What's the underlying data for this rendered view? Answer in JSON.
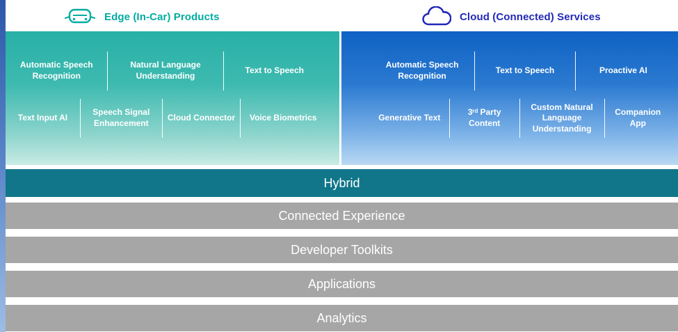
{
  "header": {
    "edge_label": "Edge (In-Car) Products",
    "cloud_label": "Cloud (Connected) Services"
  },
  "edge_panel": {
    "row1": [
      "Automatic Speech Recognition",
      "Natural Language Understanding",
      "Text to Speech"
    ],
    "row2": [
      "Text Input AI",
      "Speech Signal Enhancement",
      "Cloud Connector",
      "Voice Biometrics"
    ]
  },
  "cloud_panel": {
    "row1": [
      "Automatic Speech Recognition",
      "Text to Speech",
      "Proactive AI"
    ],
    "row2": [
      "Generative Text",
      "3ʳᵈ Party Content",
      "Custom Natural Language Understanding",
      "Companion App"
    ]
  },
  "layers": {
    "hybrid": "Hybrid",
    "rows": [
      "Connected Experience",
      "Developer Toolkits",
      "Applications",
      "Analytics"
    ]
  },
  "colors": {
    "edge_accent": "#00aca2",
    "cloud_accent": "#2028b8",
    "edge_panel_top": "#28b0a7",
    "cloud_panel_top": "#0f62c4",
    "hybrid_bar": "#11768a",
    "gray_bar": "#a6a6a6"
  }
}
